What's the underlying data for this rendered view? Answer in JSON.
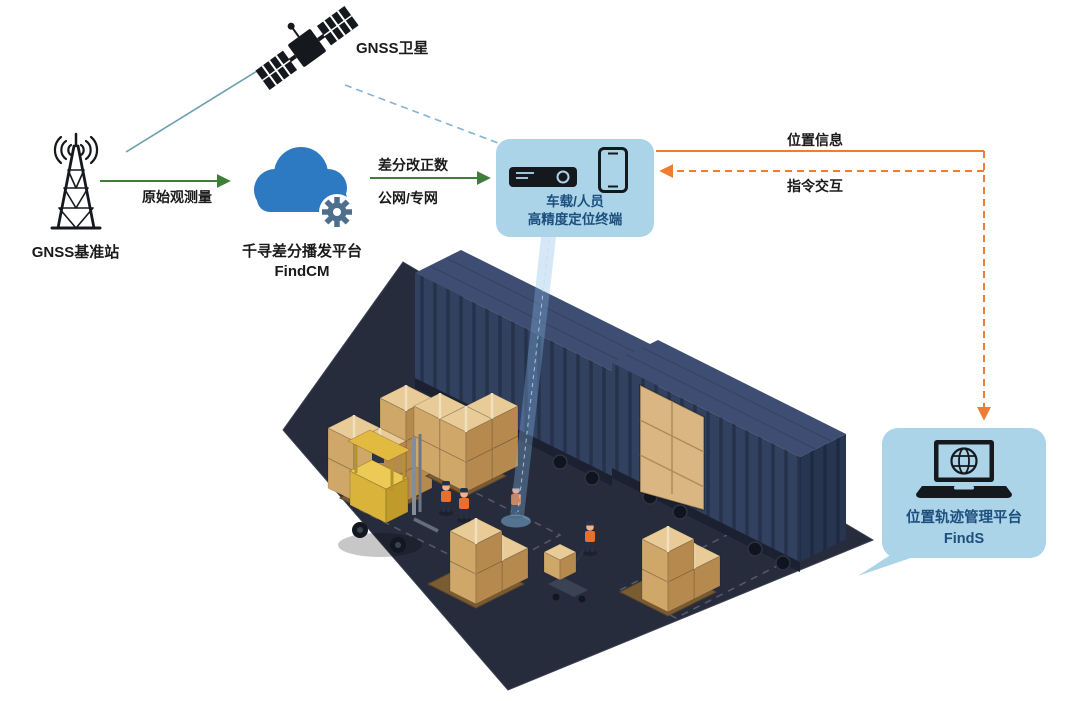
{
  "labels": {
    "satellite": "GNSS卫星",
    "base_station": "GNSS基准站",
    "raw_observation": "原始观测量",
    "cloud_name": "千寻差分播发平台",
    "cloud_product": "FindCM",
    "diff_correction": "差分改正数",
    "network": "公网/专网",
    "terminal_line1": "车载/人员",
    "terminal_line2": "高精度定位终端",
    "position_info": "位置信息",
    "command_interaction": "指令交互",
    "platform_name": "位置轨迹管理平台",
    "platform_product": "FindS"
  },
  "colors": {
    "arrow_green": "#3f7d3b",
    "arrow_orange": "#ee7d33",
    "panel_blue": "#abd4e9",
    "label_navy": "#1d4e7d",
    "cloud_blue": "#2d79c2",
    "gear_gray_blue": "#4d6e8c",
    "floor_navy": "#272c3d",
    "container_navy": "#324160",
    "box_tan": "#cfa769",
    "forklift_yellow": "#d9b33a",
    "beam_blue": "rgba(130,185,230,0.33)"
  },
  "icons": {
    "satellite": "satellite-icon",
    "base_station": "radio-tower-icon",
    "cloud": "cloud-gear-icon",
    "terminal": "receiver-and-smartphone-icons",
    "platform": "laptop-globe-icon"
  }
}
